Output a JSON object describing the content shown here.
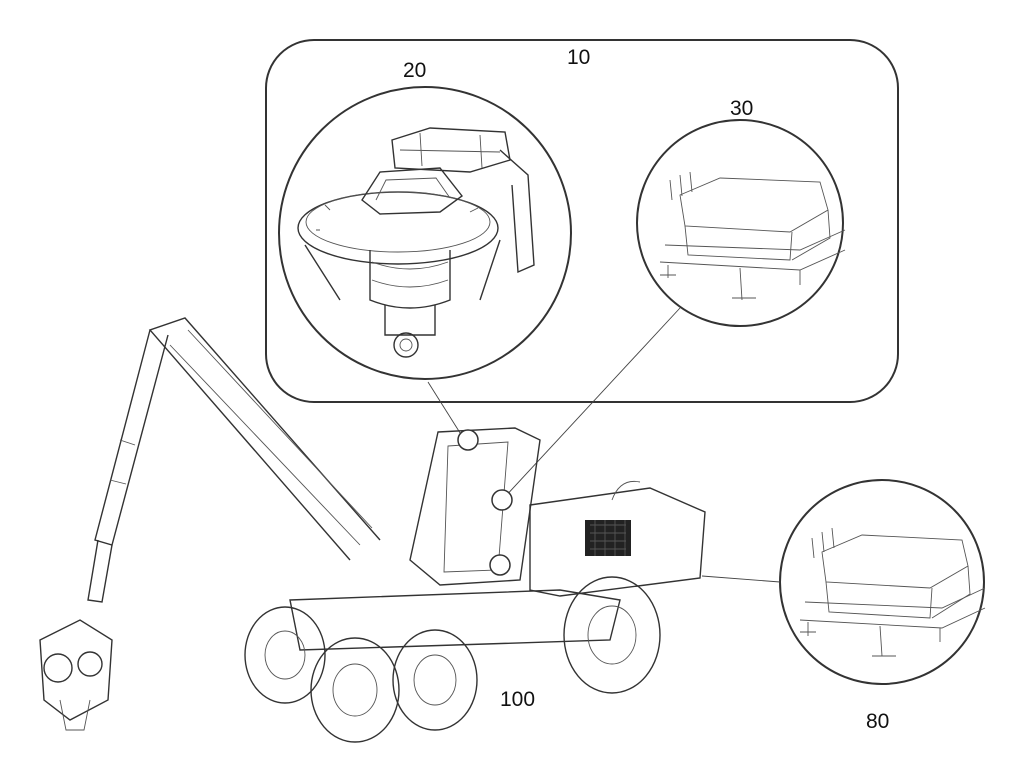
{
  "figure": {
    "labels": {
      "system": "10",
      "camera_unit": "20",
      "control_unit": "30",
      "harvester": "100",
      "external_unit": "80"
    }
  },
  "colors": {
    "line": "#333333",
    "background": "#ffffff"
  },
  "icons": [
    "camera-head-icon",
    "control-box-icon",
    "forest-harvester-icon"
  ]
}
